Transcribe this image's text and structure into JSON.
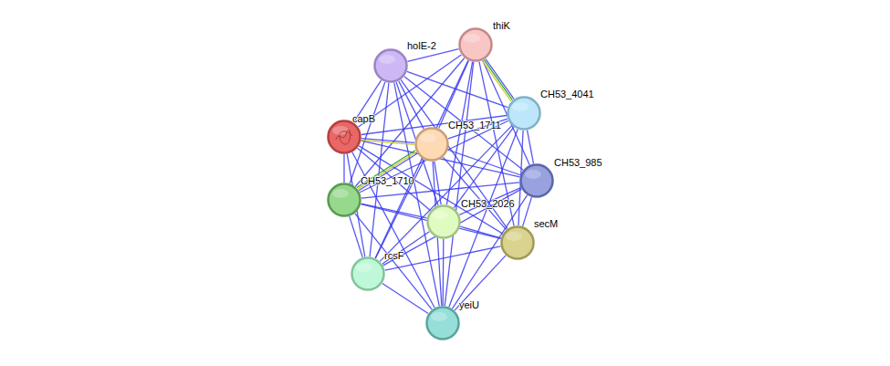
{
  "diagram": {
    "nodes": [
      {
        "text": [
          "thiK"
        ]
      },
      {
        "text": [
          "holE-2"
        ]
      },
      {
        "text": [
          "CH53_4041"
        ]
      },
      {
        "text": [
          "capB"
        ]
      },
      {
        "text": [
          "CH53_1711"
        ]
      },
      {
        "text": [
          "CH53_985"
        ]
      },
      {
        "text": [
          "CH53_1710"
        ]
      },
      {
        "text": [
          "CH53_2026"
        ]
      },
      {
        "text": [
          "secM"
        ]
      },
      {
        "text": [
          "rcsF"
        ]
      },
      {
        "text": [
          "yeiU"
        ]
      }
    ],
    "edges": [
      {
        "from": 0,
        "to": 1,
        "arrow": "none"
      },
      {
        "from": 0,
        "to": 2,
        "arrow": "none"
      },
      {
        "from": 0,
        "to": 3,
        "arrow": "none"
      },
      {
        "from": 0,
        "to": 4,
        "arrow": "none"
      },
      {
        "from": 0,
        "to": 5,
        "arrow": "none"
      },
      {
        "from": 0,
        "to": 6,
        "arrow": "none"
      },
      {
        "from": 0,
        "to": 7,
        "arrow": "none"
      },
      {
        "from": 0,
        "to": 8,
        "arrow": "none"
      },
      {
        "from": 0,
        "to": 9,
        "arrow": "none"
      },
      {
        "from": 0,
        "to": 10,
        "arrow": "none"
      },
      {
        "from": 1,
        "to": 2,
        "arrow": "none"
      },
      {
        "from": 1,
        "to": 3,
        "arrow": "none"
      },
      {
        "from": 1,
        "to": 4,
        "arrow": "none"
      },
      {
        "from": 1,
        "to": 5,
        "arrow": "none"
      },
      {
        "from": 1,
        "to": 6,
        "arrow": "none"
      },
      {
        "from": 1,
        "to": 7,
        "arrow": "none"
      },
      {
        "from": 1,
        "to": 8,
        "arrow": "none"
      },
      {
        "from": 1,
        "to": 9,
        "arrow": "none"
      },
      {
        "from": 1,
        "to": 10,
        "arrow": "none"
      },
      {
        "from": 2,
        "to": 3,
        "arrow": "none"
      },
      {
        "from": 2,
        "to": 4,
        "arrow": "none"
      },
      {
        "from": 2,
        "to": 5,
        "arrow": "none"
      },
      {
        "from": 2,
        "to": 6,
        "arrow": "none"
      },
      {
        "from": 2,
        "to": 7,
        "arrow": "none"
      },
      {
        "from": 2,
        "to": 8,
        "arrow": "none"
      },
      {
        "from": 2,
        "to": 9,
        "arrow": "none"
      },
      {
        "from": 2,
        "to": 10,
        "arrow": "none"
      },
      {
        "from": 3,
        "to": 4,
        "arrow": "none"
      },
      {
        "from": 3,
        "to": 5,
        "arrow": "none"
      },
      {
        "from": 3,
        "to": 6,
        "arrow": "none"
      },
      {
        "from": 3,
        "to": 7,
        "arrow": "none"
      },
      {
        "from": 3,
        "to": 8,
        "arrow": "none"
      },
      {
        "from": 3,
        "to": 9,
        "arrow": "none"
      },
      {
        "from": 3,
        "to": 10,
        "arrow": "none"
      },
      {
        "from": 4,
        "to": 5,
        "arrow": "none"
      },
      {
        "from": 4,
        "to": 6,
        "arrow": "none"
      },
      {
        "from": 4,
        "to": 7,
        "arrow": "none"
      },
      {
        "from": 4,
        "to": 8,
        "arrow": "none"
      },
      {
        "from": 4,
        "to": 9,
        "arrow": "none"
      },
      {
        "from": 4,
        "to": 10,
        "arrow": "none"
      },
      {
        "from": 5,
        "to": 6,
        "arrow": "none"
      },
      {
        "from": 5,
        "to": 7,
        "arrow": "none"
      },
      {
        "from": 5,
        "to": 8,
        "arrow": "none"
      },
      {
        "from": 5,
        "to": 9,
        "arrow": "none"
      },
      {
        "from": 5,
        "to": 10,
        "arrow": "none"
      },
      {
        "from": 6,
        "to": 7,
        "arrow": "none"
      },
      {
        "from": 6,
        "to": 8,
        "arrow": "none"
      },
      {
        "from": 6,
        "to": 9,
        "arrow": "none"
      },
      {
        "from": 6,
        "to": 10,
        "arrow": "none"
      },
      {
        "from": 7,
        "to": 8,
        "arrow": "none"
      },
      {
        "from": 7,
        "to": 9,
        "arrow": "none"
      },
      {
        "from": 7,
        "to": 10,
        "arrow": "none"
      },
      {
        "from": 8,
        "to": 9,
        "arrow": "none"
      },
      {
        "from": 8,
        "to": 10,
        "arrow": "none"
      },
      {
        "from": 9,
        "to": 10,
        "arrow": "none"
      }
    ]
  }
}
